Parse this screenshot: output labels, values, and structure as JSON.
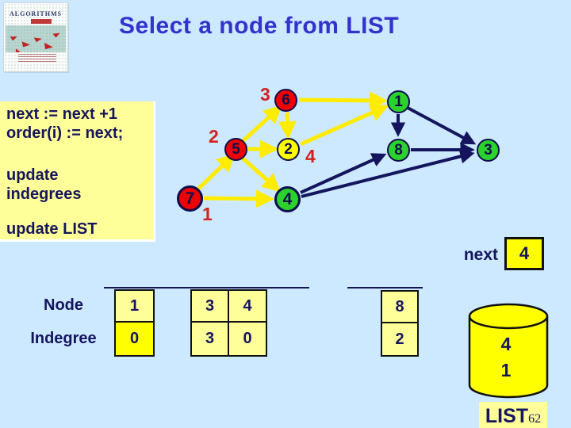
{
  "title": "Select a node from LIST",
  "logo": {
    "title": "ALGORITHMS"
  },
  "code_box": {
    "line1": "next := next +1",
    "line2": "order(i) := next;",
    "line3": "update",
    "line4": "indegrees",
    "line5": "update LIST"
  },
  "graph": {
    "nodes": {
      "n1": {
        "label": "1",
        "state": "green"
      },
      "n2": {
        "label": "2",
        "state": "yellow"
      },
      "n3": {
        "label": "3",
        "state": "green"
      },
      "n4": {
        "label": "4",
        "state": "green"
      },
      "n5": {
        "label": "5",
        "state": "red"
      },
      "n6": {
        "label": "6",
        "state": "red"
      },
      "n7": {
        "label": "7",
        "state": "red"
      },
      "n8": {
        "label": "8",
        "state": "green"
      }
    },
    "order_labels": {
      "n6": "3",
      "n5": "2",
      "n2": "4",
      "n7": "1"
    },
    "edges": [
      {
        "from": "7",
        "to": "5",
        "status": "processed"
      },
      {
        "from": "7",
        "to": "4",
        "status": "processed"
      },
      {
        "from": "5",
        "to": "6",
        "status": "processed"
      },
      {
        "from": "5",
        "to": "2",
        "status": "processed"
      },
      {
        "from": "5",
        "to": "4",
        "status": "processed"
      },
      {
        "from": "6",
        "to": "1",
        "status": "processed"
      },
      {
        "from": "6",
        "to": "2",
        "status": "processed"
      },
      {
        "from": "2",
        "to": "1",
        "status": "processed"
      },
      {
        "from": "1",
        "to": "8",
        "status": "remaining"
      },
      {
        "from": "1",
        "to": "3",
        "status": "remaining"
      },
      {
        "from": "8",
        "to": "3",
        "status": "remaining"
      },
      {
        "from": "4",
        "to": "8",
        "status": "remaining"
      },
      {
        "from": "4",
        "to": "3",
        "status": "remaining"
      }
    ]
  },
  "next_register": {
    "label": "next",
    "value": "4"
  },
  "table": {
    "row1_label": "Node",
    "row2_label": "Indegree",
    "cells": [
      {
        "node": "1",
        "indegree": "0",
        "highlight": true
      },
      {
        "node": "3",
        "indegree": "3",
        "highlight": false
      },
      {
        "node": "4",
        "indegree": "0",
        "highlight": false
      },
      {
        "node": "8",
        "indegree": "2",
        "highlight": false
      }
    ]
  },
  "list": {
    "label": "LIST",
    "items": [
      "4",
      "1"
    ]
  },
  "slide": {
    "number": "62"
  },
  "colors": {
    "background": "#CCE9FF",
    "title_blue": "#3333CC",
    "navy_text": "#15155E",
    "pale_yellow": "#FFFF99",
    "bright_yellow": "#FFFF00",
    "node_red": "#EE0000",
    "node_green": "#2BD22B",
    "edge_processed": "#FFEC00",
    "edge_remaining": "#15155E",
    "order_label_red": "#D22222"
  }
}
